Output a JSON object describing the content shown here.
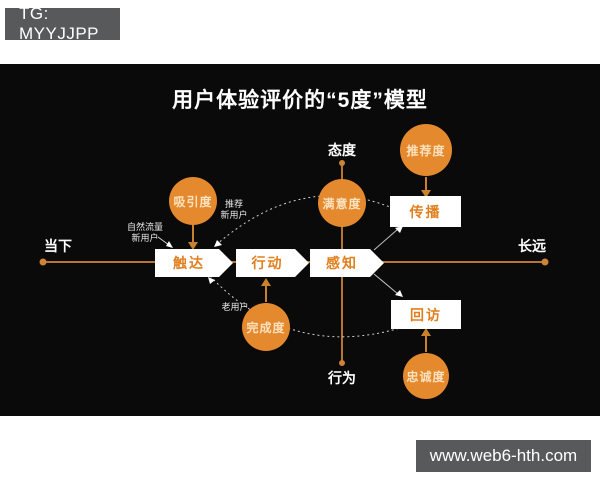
{
  "page": {
    "top_badge": "TG: MYYJJPP",
    "bottom_badge": "www.web6-hth.com"
  },
  "diagram": {
    "title": "用户体验评价的“5度”模型",
    "axes": {
      "now": "当下",
      "longterm": "长远",
      "attitude": "态度",
      "behavior": "行为"
    },
    "stages": [
      {
        "label": "触达"
      },
      {
        "label": "行动"
      },
      {
        "label": "感知"
      }
    ],
    "metrics": {
      "attraction": "吸引度",
      "satisfaction": "满意度",
      "recommendation": "推荐度",
      "completion": "完成度",
      "loyalty": "忠诚度"
    },
    "actions": {
      "spread": "传播",
      "revisit": "回访"
    },
    "flow_labels": {
      "natural_line1": "自然流量",
      "natural_line2": "新用户",
      "recommend_line1": "推荐",
      "recommend_line2": "新用户",
      "old_users": "老用户"
    },
    "colors": {
      "accent_orange": "#E5892E",
      "line_orange": "#B97434",
      "stage_text_orange": "#E07F1E",
      "panel_black": "#0a0a0a",
      "badge_gray": "#58595B"
    }
  }
}
